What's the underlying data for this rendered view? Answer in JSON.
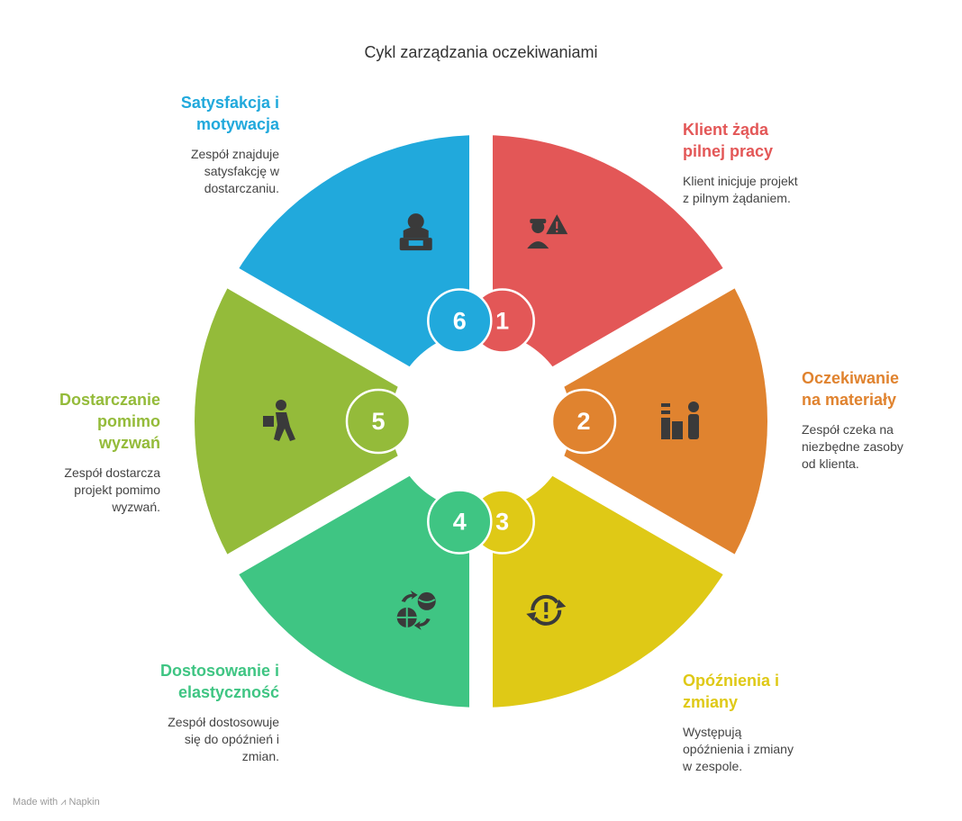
{
  "title": "Cykl zarządzania oczekiwaniami",
  "footer": {
    "made_with": "Made with",
    "brand": "Napkin"
  },
  "colors": {
    "red": "#e35757",
    "orange": "#e0832f",
    "yellow": "#dfc916",
    "green": "#3fc583",
    "lime": "#94bb3a",
    "blue": "#21a9dc",
    "icon": "#3a3a3a"
  },
  "steps": [
    {
      "number": "1",
      "heading": "Klient żąda\npilnej pracy",
      "description": "Klient inicjuje projekt\nz pilnym żądaniem.",
      "color": "#e35757",
      "icon": "worker-warning-icon"
    },
    {
      "number": "2",
      "heading": "Oczekiwanie\nna materiały",
      "description": "Zespół czeka na\nniezbędne zasoby\nod klienta.",
      "color": "#e0832f",
      "icon": "person-at-desk-icon"
    },
    {
      "number": "3",
      "heading": "Opóźnienia i\nzmiany",
      "description": "Występują\nopóźnienia i zmiany\nw zespole.",
      "color": "#dfc916",
      "icon": "refresh-alert-icon"
    },
    {
      "number": "4",
      "heading": "Dostosowanie i\nelastyczność",
      "description": "Zespół dostosowuje\nsię do opóźnień i\nzmian.",
      "color": "#3fc583",
      "icon": "swap-globes-icon"
    },
    {
      "number": "5",
      "heading": "Dostarczanie\npomimo\nwyzwań",
      "description": "Zespół dostarcza\nprojekt pomimo\nwyzwań.",
      "color": "#94bb3a",
      "icon": "delivery-person-icon"
    },
    {
      "number": "6",
      "heading": "Satysfakcja i\nmotywacja",
      "description": "Zespół znajduje\nsatysfakcję w\ndostarczaniu.",
      "color": "#21a9dc",
      "icon": "person-laptop-icon"
    }
  ]
}
